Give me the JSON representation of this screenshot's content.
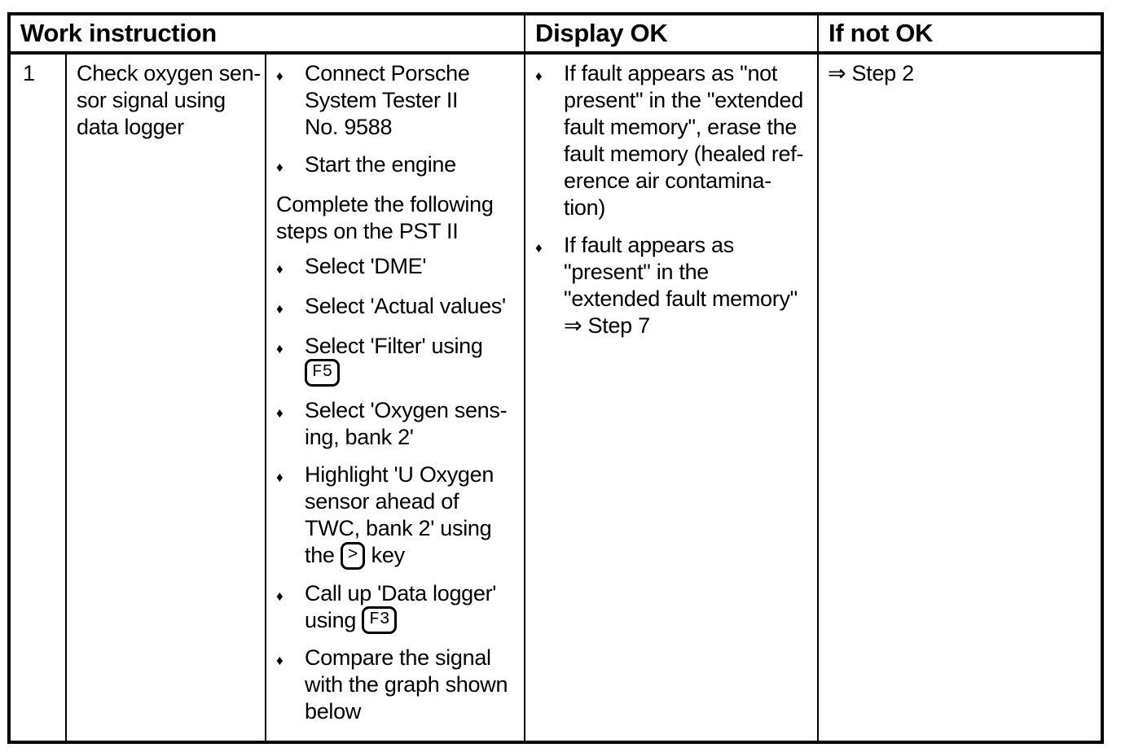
{
  "icons": {
    "bullet": "♦"
  },
  "table": {
    "header": {
      "work_instruction": "Work instruction",
      "display_ok": "Display OK",
      "if_not_ok": "If not OK"
    },
    "row": {
      "step_number": "1",
      "task": "Check oxygen sen-\nsor signal using\ndata logger",
      "procedure": {
        "setup_bullets": [
          {
            "text": "Connect Porsche\nSystem Tester II\nNo. 9588"
          },
          {
            "text": "Start the engine"
          }
        ],
        "note": "Complete the following\nsteps on the PST II",
        "steps": [
          {
            "text": "Select 'DME'"
          },
          {
            "text": "Select 'Actual values'"
          },
          {
            "pre": "Select 'Filter' using\n",
            "key": "F5"
          },
          {
            "text": "Select 'Oxygen sens-\ning, bank 2'"
          },
          {
            "pre": "Highlight 'U Oxygen\nsensor ahead of\nTWC, bank 2' using\nthe ",
            "key": ">",
            "post": " key"
          },
          {
            "pre": "Call up 'Data logger'\nusing ",
            "key": "F3"
          },
          {
            "text": "Compare the signal\nwith the graph shown\nbelow"
          }
        ]
      },
      "display_ok_bullets": [
        {
          "text": "If fault appears as \"not\npresent\" in the \"extended\nfault memory\", erase the\nfault memory (healed ref-\nerence air contamina-\ntion)"
        },
        {
          "text": "If fault appears as\n\"present\" in the\n\"extended fault memory\"\n⇒ Step 7"
        }
      ],
      "if_not_ok": "⇒ Step 2"
    }
  }
}
